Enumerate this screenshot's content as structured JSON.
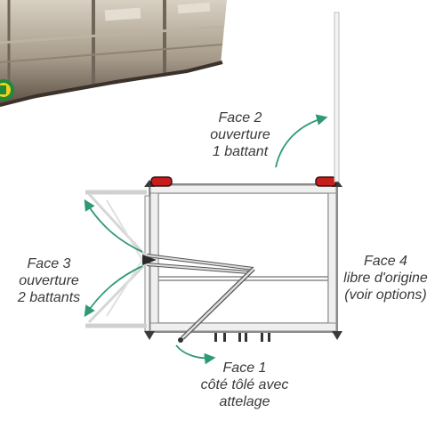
{
  "labels": {
    "face2": [
      "Face 2",
      "ouverture",
      "1 battant"
    ],
    "face3": [
      "Face 3",
      "ouverture",
      "2 battants"
    ],
    "face4": [
      "Face 4",
      "libre d'origine",
      "(voir options)"
    ],
    "face1": [
      "Face 1",
      "côté tôlé avec",
      "attelage"
    ]
  },
  "colors": {
    "arrow": "#2e9a74",
    "frame": "#8a8a8a",
    "frame_fill": "#efefef",
    "light": "#c61d1d",
    "photo_dark": "#4a4036",
    "photo_light": "#cfc6b8",
    "logo_green": "#1f8a3a",
    "logo_yellow": "#f2d21a"
  }
}
